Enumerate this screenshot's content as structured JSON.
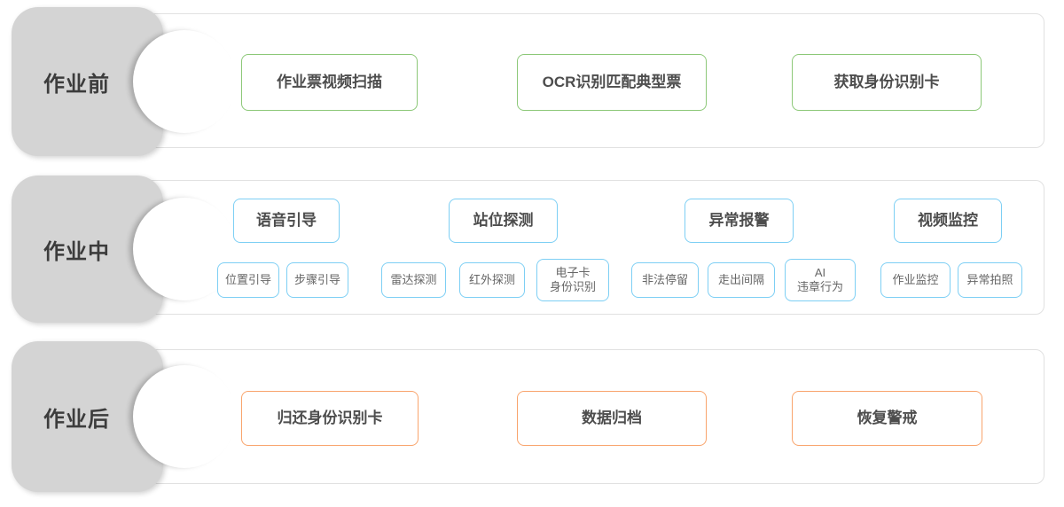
{
  "diagram": {
    "colors": {
      "pre_accent": "#8cc878",
      "during_accent": "#7dcff4",
      "post_accent": "#f9a46c",
      "tab_background": "#d4d4d4",
      "panel_border": "#e1e1e1"
    },
    "phases": [
      {
        "label": "作业前",
        "steps": [
          {
            "label": "作业票视频扫描"
          },
          {
            "label": "OCR识别匹配典型票"
          },
          {
            "label": "获取身份识别卡"
          }
        ]
      },
      {
        "label": "作业中",
        "groups": [
          {
            "label": "语音引导",
            "children": [
              {
                "label": "位置引导"
              },
              {
                "label": "步骤引导"
              }
            ]
          },
          {
            "label": "站位探测",
            "children": [
              {
                "label": "雷达探测"
              },
              {
                "label": "红外探测"
              },
              {
                "lines": [
                  "电子卡",
                  "身份识别"
                ]
              }
            ]
          },
          {
            "label": "异常报警",
            "children": [
              {
                "label": "非法停留"
              },
              {
                "label": "走出间隔"
              },
              {
                "lines": [
                  "AI",
                  "违章行为"
                ]
              }
            ]
          },
          {
            "label": "视频监控",
            "children": [
              {
                "label": "作业监控"
              },
              {
                "label": "异常拍照"
              }
            ]
          }
        ]
      },
      {
        "label": "作业后",
        "steps": [
          {
            "label": "归还身份识别卡"
          },
          {
            "label": "数据归档"
          },
          {
            "label": "恢复警戒"
          }
        ]
      }
    ]
  }
}
